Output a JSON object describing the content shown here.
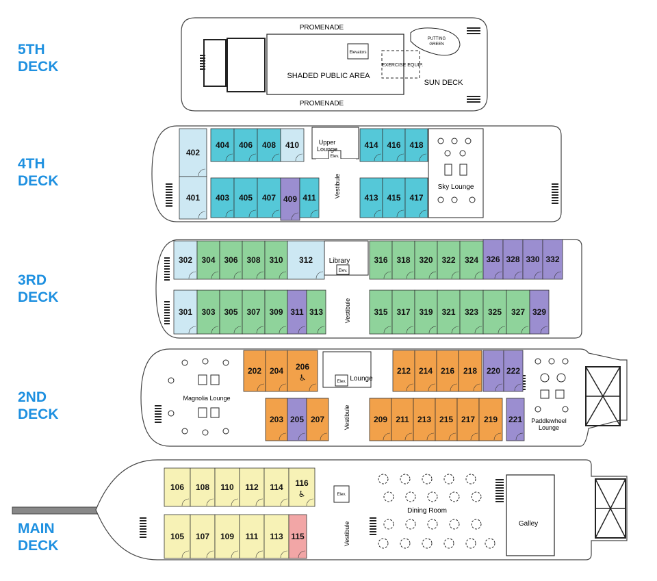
{
  "decks": {
    "d5": {
      "label": [
        "5TH",
        "DECK"
      ],
      "promenade_top": "PROMENADE",
      "promenade_bottom": "PROMENADE",
      "shaded": "SHADED PUBLIC AREA",
      "elevators": "Elevators",
      "exercise": "EXERCISE EQUIP.",
      "putting": [
        "PUTTING",
        "GREEN"
      ],
      "sun": "SUN DECK"
    },
    "d4": {
      "label": [
        "4TH",
        "DECK"
      ],
      "upper_lounge": [
        "Upper",
        "Lounge"
      ],
      "elev": "Elev.",
      "vestibule": "Vestibule",
      "sky_lounge": "Sky Lounge"
    },
    "d3": {
      "label": [
        "3RD",
        "DECK"
      ],
      "library": "Library",
      "elev": "Elev.",
      "vestibule": "Vestibule"
    },
    "d2": {
      "label": [
        "2ND",
        "DECK"
      ],
      "magnolia": "Magnolia Lounge",
      "lounge": "Lounge",
      "elev": "Elev.",
      "vestibule": "Vestibule",
      "paddlewheel": [
        "Paddlewheel",
        "Lounge"
      ]
    },
    "main": {
      "label": [
        "MAIN",
        "DECK"
      ],
      "elev": "Elev.",
      "vestibule": "Vestibule",
      "dining": "Dining Room",
      "galley": "Galley"
    }
  },
  "colors": {
    "light_blue": "#cde8f3",
    "teal": "#55c8d8",
    "green": "#8fd39b",
    "purple": "#9b8ed0",
    "orange": "#f2a14a",
    "yellow": "#f7f2b6",
    "pink": "#f2a6a6",
    "deck_label": "#1e90e0"
  },
  "cabins": [
    {
      "id": "402",
      "color": "light_blue"
    },
    {
      "id": "404",
      "color": "teal"
    },
    {
      "id": "406",
      "color": "teal"
    },
    {
      "id": "408",
      "color": "teal"
    },
    {
      "id": "410",
      "color": "light_blue"
    },
    {
      "id": "414",
      "color": "teal"
    },
    {
      "id": "416",
      "color": "teal"
    },
    {
      "id": "418",
      "color": "teal"
    },
    {
      "id": "401",
      "color": "light_blue"
    },
    {
      "id": "403",
      "color": "teal"
    },
    {
      "id": "405",
      "color": "teal"
    },
    {
      "id": "407",
      "color": "teal"
    },
    {
      "id": "409",
      "color": "purple"
    },
    {
      "id": "411",
      "color": "teal"
    },
    {
      "id": "413",
      "color": "teal"
    },
    {
      "id": "415",
      "color": "teal"
    },
    {
      "id": "417",
      "color": "teal"
    },
    {
      "id": "302",
      "color": "light_blue"
    },
    {
      "id": "304",
      "color": "green"
    },
    {
      "id": "306",
      "color": "green"
    },
    {
      "id": "308",
      "color": "green"
    },
    {
      "id": "310",
      "color": "green"
    },
    {
      "id": "312",
      "color": "light_blue"
    },
    {
      "id": "316",
      "color": "green"
    },
    {
      "id": "318",
      "color": "green"
    },
    {
      "id": "320",
      "color": "green"
    },
    {
      "id": "322",
      "color": "green"
    },
    {
      "id": "324",
      "color": "green"
    },
    {
      "id": "326",
      "color": "purple"
    },
    {
      "id": "328",
      "color": "purple"
    },
    {
      "id": "330",
      "color": "purple"
    },
    {
      "id": "332",
      "color": "purple"
    },
    {
      "id": "301",
      "color": "light_blue"
    },
    {
      "id": "303",
      "color": "green"
    },
    {
      "id": "305",
      "color": "green"
    },
    {
      "id": "307",
      "color": "green"
    },
    {
      "id": "309",
      "color": "green"
    },
    {
      "id": "311",
      "color": "purple"
    },
    {
      "id": "313",
      "color": "green"
    },
    {
      "id": "315",
      "color": "green"
    },
    {
      "id": "317",
      "color": "green"
    },
    {
      "id": "319",
      "color": "green"
    },
    {
      "id": "321",
      "color": "green"
    },
    {
      "id": "323",
      "color": "green"
    },
    {
      "id": "325",
      "color": "green"
    },
    {
      "id": "327",
      "color": "green"
    },
    {
      "id": "329",
      "color": "purple"
    },
    {
      "id": "202",
      "color": "orange"
    },
    {
      "id": "204",
      "color": "orange"
    },
    {
      "id": "206",
      "color": "orange",
      "accessible": true
    },
    {
      "id": "212",
      "color": "orange"
    },
    {
      "id": "214",
      "color": "orange"
    },
    {
      "id": "216",
      "color": "orange"
    },
    {
      "id": "218",
      "color": "orange"
    },
    {
      "id": "220",
      "color": "purple"
    },
    {
      "id": "222",
      "color": "purple"
    },
    {
      "id": "203",
      "color": "orange"
    },
    {
      "id": "205",
      "color": "purple"
    },
    {
      "id": "207",
      "color": "orange"
    },
    {
      "id": "209",
      "color": "orange"
    },
    {
      "id": "211",
      "color": "orange"
    },
    {
      "id": "213",
      "color": "orange"
    },
    {
      "id": "215",
      "color": "orange"
    },
    {
      "id": "217",
      "color": "orange"
    },
    {
      "id": "219",
      "color": "orange"
    },
    {
      "id": "221",
      "color": "purple"
    },
    {
      "id": "106",
      "color": "yellow"
    },
    {
      "id": "108",
      "color": "yellow"
    },
    {
      "id": "110",
      "color": "yellow"
    },
    {
      "id": "112",
      "color": "yellow"
    },
    {
      "id": "114",
      "color": "yellow"
    },
    {
      "id": "116",
      "color": "yellow",
      "accessible": true
    },
    {
      "id": "105",
      "color": "yellow"
    },
    {
      "id": "107",
      "color": "yellow"
    },
    {
      "id": "109",
      "color": "yellow"
    },
    {
      "id": "111",
      "color": "yellow"
    },
    {
      "id": "113",
      "color": "yellow"
    },
    {
      "id": "115",
      "color": "pink"
    }
  ]
}
